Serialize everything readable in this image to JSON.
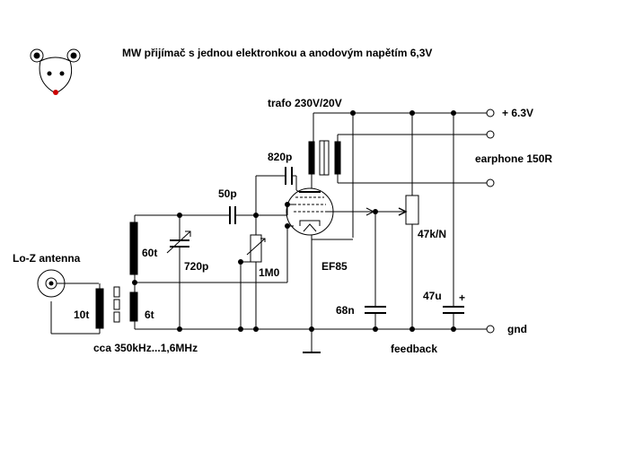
{
  "title": "MW přijímač s jednou elektronkou a anodovým napětím 6,3V",
  "labels": {
    "trafo": "trafo 230V/20V",
    "supply": "+ 6.3V",
    "earphone": "earphone 150R",
    "c820": "820p",
    "c50": "50p",
    "coil60": "60t",
    "c720": "720p",
    "r1m": "1M0",
    "tube": "EF85",
    "pot": "47k/N",
    "c68": "68n",
    "c47": "47u",
    "plus": "+",
    "antenna": "Lo-Z antenna",
    "coil10": "10t",
    "coil6": "6t",
    "range": "cca 350kHz...1,6MHz",
    "feedback": "feedback",
    "gnd": "gnd"
  },
  "colors": {
    "line": "#000000",
    "mouse_nose": "#cc0000"
  },
  "icons": [
    "mouse-logo-icon",
    "coax-connector-icon",
    "terminal-icon",
    "junction-dot-icon",
    "ground-icon"
  ]
}
